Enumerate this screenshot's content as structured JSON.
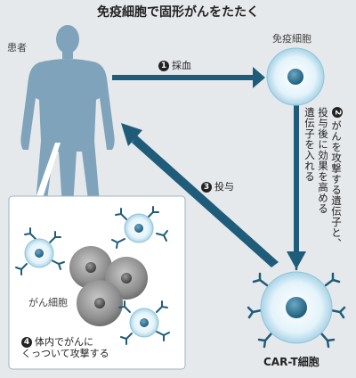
{
  "title": "免疫細胞で固形がんをたたく",
  "labels": {
    "patient": "患者",
    "immune_cell": "免疫細胞",
    "cancer_cells": "がん細胞",
    "car_t": "CAR-T細胞"
  },
  "steps": [
    {
      "number": "1",
      "text": "採血"
    },
    {
      "number": "2",
      "line1": "がんを攻撃する遺伝子と、",
      "line2": "投与後に効果を高める",
      "line3": "遺伝子を入れる"
    },
    {
      "number": "3",
      "text": "投与"
    },
    {
      "number": "4",
      "line1": "体内でがんに",
      "line2": "くっついて攻撃する"
    }
  ],
  "colors": {
    "background": "#e6e9ec",
    "arrow": "#1f5c7a",
    "body": "#7fa3bb",
    "cell_fill": "#d8eef6",
    "nucleus": "#2b6f8c",
    "cancer_cell": "#8a8a8a"
  }
}
